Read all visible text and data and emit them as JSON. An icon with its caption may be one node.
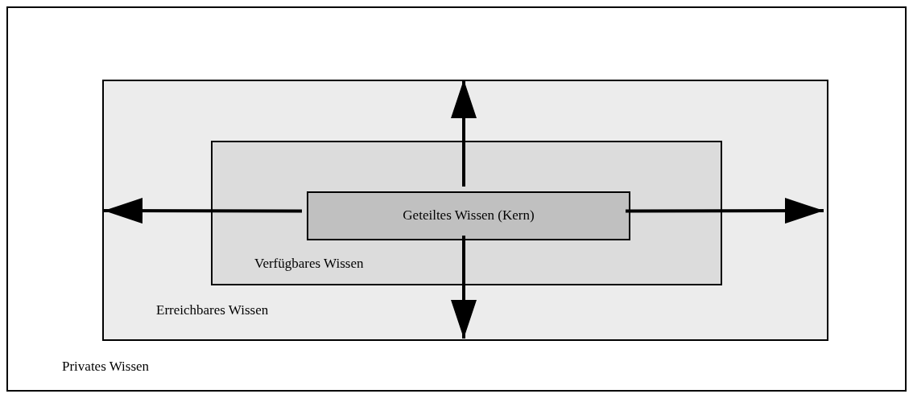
{
  "diagram": {
    "nodes": [
      {
        "text": [
          "Privates Wissen"
        ]
      },
      {
        "text": [
          "Erreichbares Wissen"
        ],
        "in": 0
      },
      {
        "text": [
          "Verfügbares Wissen"
        ],
        "in": 1
      },
      {
        "text": [
          "Geteiltes Wissen (Kern)"
        ],
        "in": 2
      }
    ],
    "edges": [
      {
        "from": 3,
        "to": null,
        "arrow": "to"
      },
      {
        "from": 3,
        "to": null,
        "arrow": "to"
      },
      {
        "from": 3,
        "to": null,
        "arrow": "to"
      },
      {
        "from": 3,
        "to": null,
        "arrow": "to"
      }
    ]
  }
}
